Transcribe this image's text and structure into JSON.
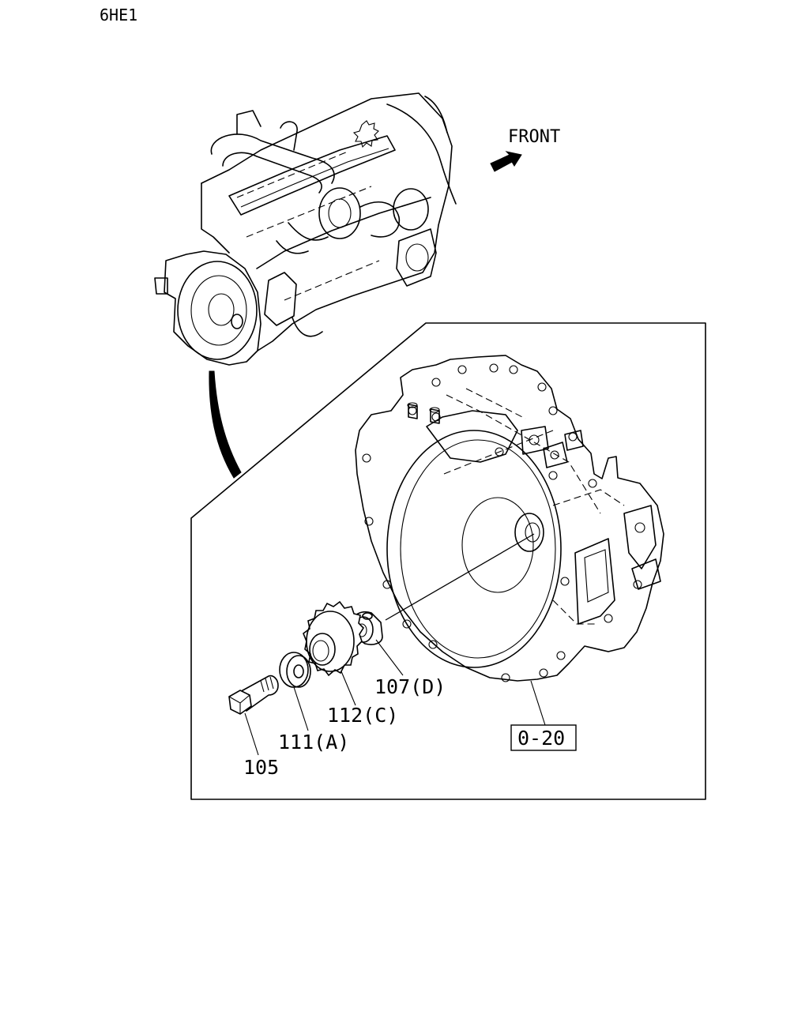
{
  "model_code": "6HE1",
  "direction_label": "FRONT",
  "parts": {
    "bolt": "105",
    "washer": "111(A)",
    "gear": "112(C)",
    "bushing": "107(D)",
    "housing_ref": "0-20"
  }
}
